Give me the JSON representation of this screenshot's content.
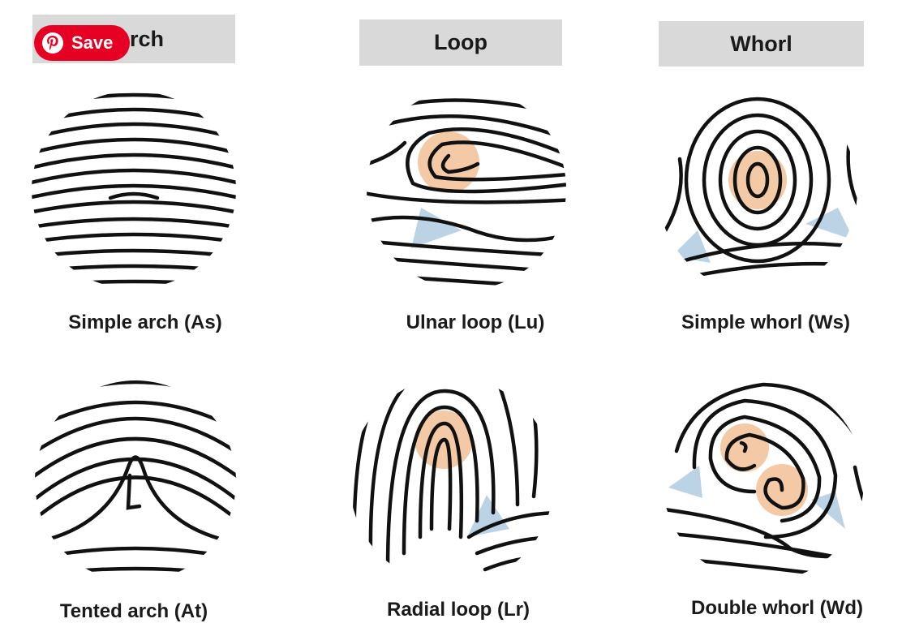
{
  "headers": {
    "arch": "rch",
    "loop": "Loop",
    "whorl": "Whorl"
  },
  "save_button": {
    "label": "Save",
    "icon": "pinterest-icon"
  },
  "captions": {
    "simple_arch": "Simple arch (As)",
    "ulnar_loop": "Ulnar loop (Lu)",
    "simple_whorl": "Simple whorl (Ws)",
    "tented_arch": "Tented arch (At)",
    "radial_loop": "Radial loop (Lr)",
    "double_whorl": "Double whorl (Wd)"
  },
  "colors": {
    "core": "#f3c9a6",
    "delta": "#bcd3e6",
    "ridge": "#111111",
    "header": "#d9d9d9",
    "save": "#e60023"
  }
}
